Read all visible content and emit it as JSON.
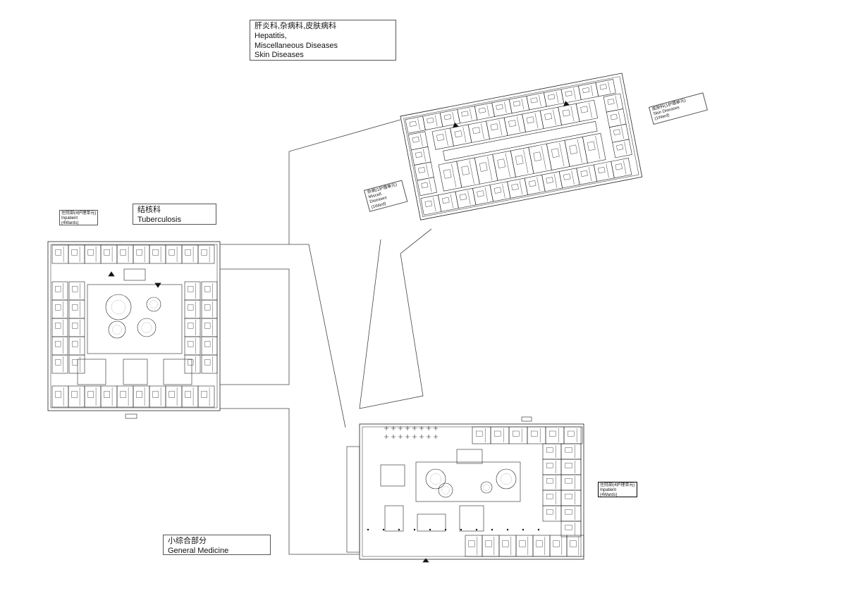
{
  "labels": {
    "hepatitis": {
      "cn": "肝炎科,杂病科,皮肤病科",
      "lines": [
        "Hepatitis,",
        "Miscellaneous Diseases",
        "Skin Diseases"
      ]
    },
    "tuberculosis": {
      "cn": "结核科",
      "en": "Tuberculosis"
    },
    "general": {
      "cn": "小综合部分",
      "en": "General Medicine"
    },
    "inpatient_left": {
      "cn": "住院部(4护理单元)",
      "en": "Inpatient",
      "sub": "(4Wards)"
    },
    "inpatient_right": {
      "cn": "住院部(4护理单元)",
      "en": "Inpatient",
      "sub": "(4Wards)"
    },
    "skin_ward": {
      "cn": "皮肤科(1护理单元)",
      "en": "Skin Diseases",
      "sub": "(1Ward)"
    },
    "misc_ward": {
      "cn": "杂病(1护理单元)",
      "en1": "Miscell.",
      "en2": "Diseases",
      "sub": "(1Ward)"
    }
  },
  "colors": {
    "line": "#222222",
    "thin": "#555555",
    "bg": "#ffffff"
  }
}
